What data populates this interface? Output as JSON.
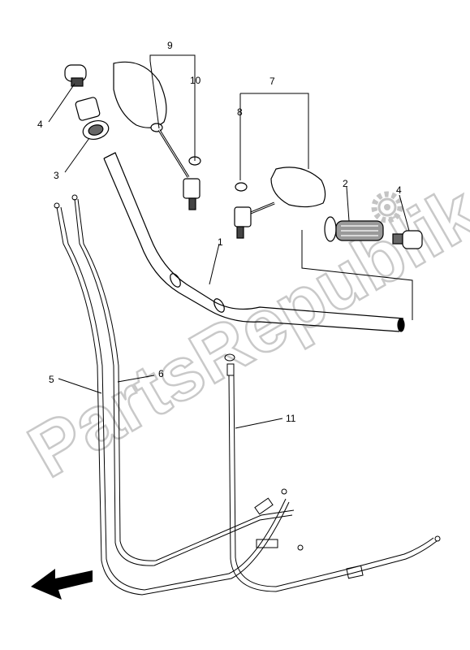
{
  "watermark": "PartsRepublik",
  "callouts": {
    "c1": "1",
    "c2": "2",
    "c3": "3",
    "c4a": "4",
    "c4b": "4",
    "c5": "5",
    "c6": "6",
    "c7": "7",
    "c8": "8",
    "c9": "9",
    "c10": "10",
    "c11": "11"
  },
  "icons": {
    "front_arrow": "front-direction-arrow-icon",
    "gear": "gear-icon"
  }
}
